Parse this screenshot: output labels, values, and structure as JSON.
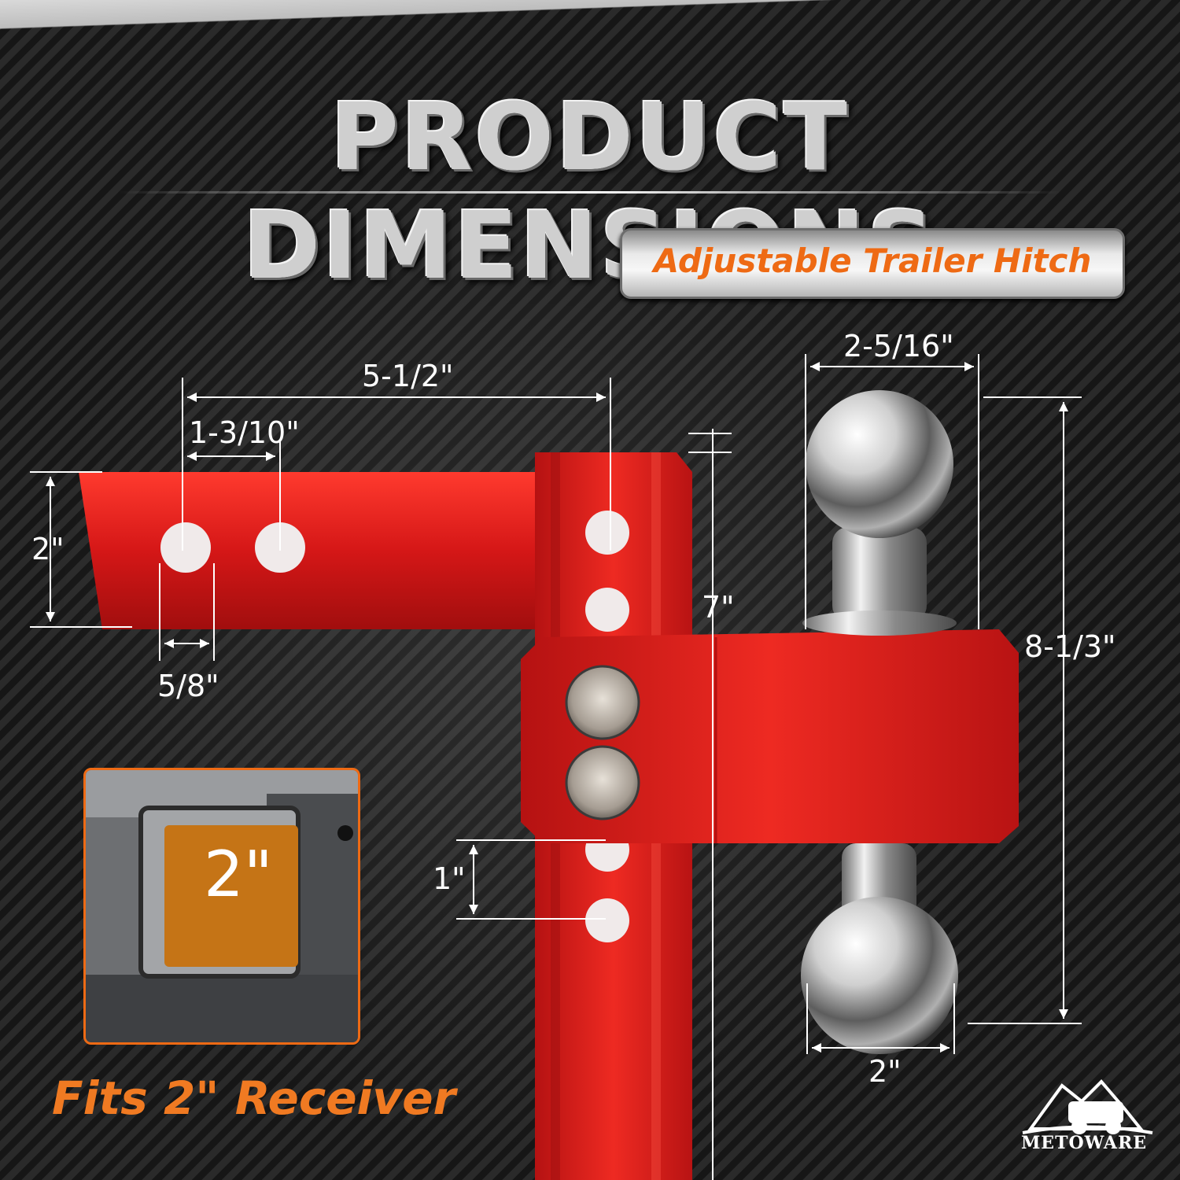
{
  "title": "PRODUCT DIMENSIONS",
  "subtitle_badge": "Adjustable Trailer Hitch",
  "dimensions": {
    "overall_width": "2-5/16\"",
    "shank_length": "5-1/2\"",
    "hole_spacing": "1-3/10\"",
    "shank_height": "2\"",
    "hole_diameter": "5/8\"",
    "drop_height": "7\"",
    "hole_pitch": "1\"",
    "overall_height": "8-1/3\"",
    "ball_diameter": "2\""
  },
  "inset": {
    "receiver_label": "2\""
  },
  "footer": {
    "fits_label": "Fits 2\"  Receiver"
  },
  "brand": {
    "name": "METOWARE"
  },
  "colors": {
    "hitch_red": "#d81c1c",
    "accent_orange": "#ee6a14",
    "chrome": "#d8d8d8"
  }
}
